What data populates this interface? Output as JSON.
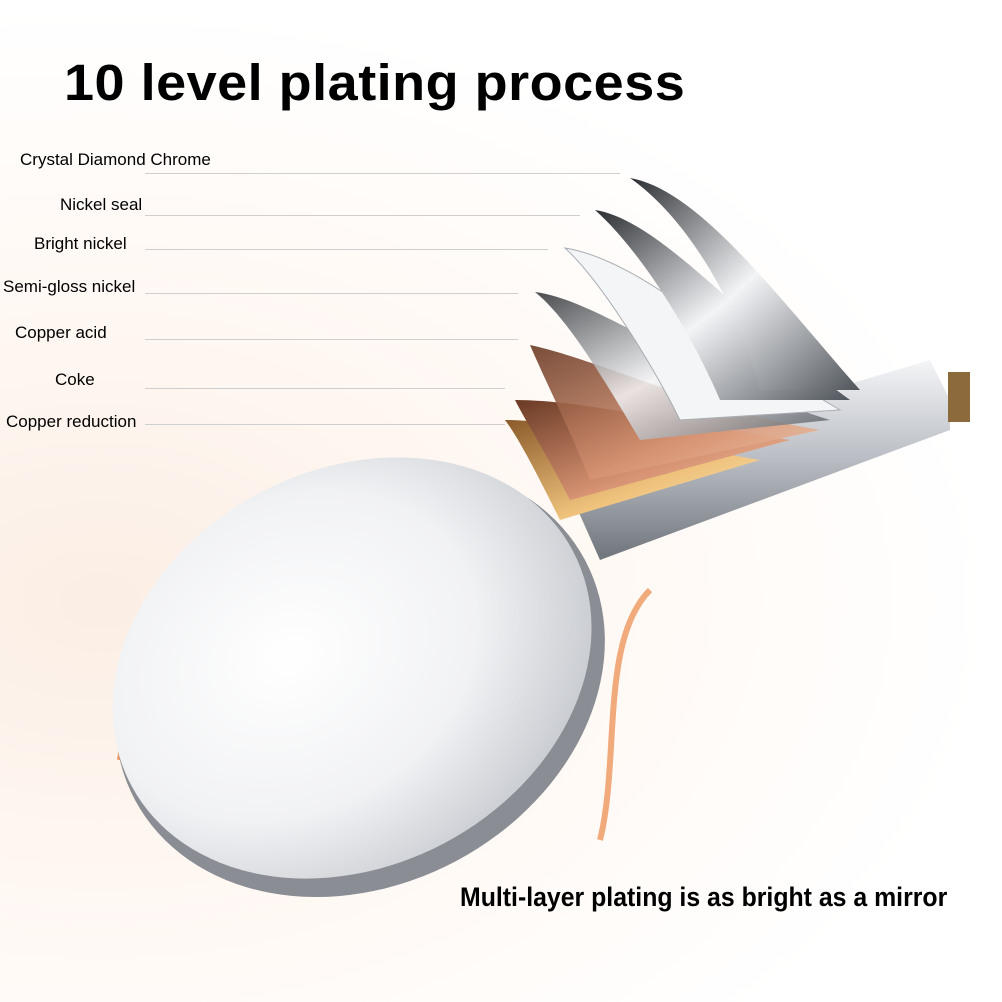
{
  "title": "10 level plating process",
  "layers": [
    "Crystal Diamond Chrome",
    "Nickel seal",
    "Bright nickel",
    "Semi-gloss nickel",
    "Copper acid",
    "Coke",
    "Copper reduction"
  ],
  "caption": "Multi-layer plating is as bright as a mirror",
  "colors": {
    "accent_glow": "#e8742a",
    "chrome": "#d9dde2",
    "copper": "#c9805f",
    "gold": "#e9c27a"
  }
}
